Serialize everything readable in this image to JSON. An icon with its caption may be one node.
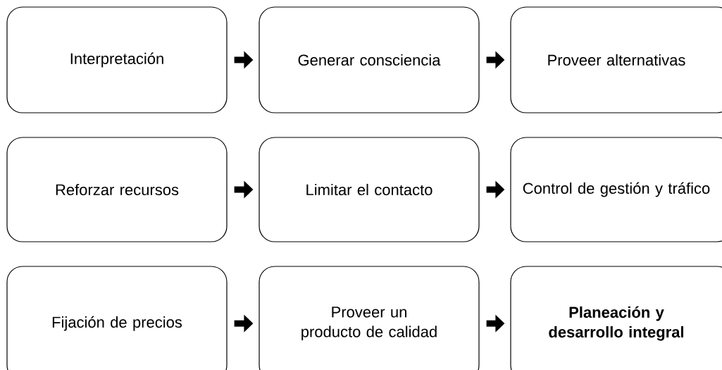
{
  "diagram": {
    "nodes": [
      {
        "text": [
          "Interpretación"
        ]
      },
      {
        "text": [
          "Generar consciencia"
        ]
      },
      {
        "text": [
          "Proveer alternativas"
        ]
      },
      {
        "text": [
          "Reforzar recursos"
        ]
      },
      {
        "text": [
          "Limitar el contacto"
        ]
      },
      {
        "text": [
          "Control de gestión y tráfico"
        ]
      },
      {
        "text": [
          "Fijación de precios"
        ]
      },
      {
        "text": [
          "Proveer un producto de calidad"
        ]
      },
      {
        "text": [
          "Planeación y desarrollo integral"
        ]
      }
    ],
    "edges": [
      {
        "from": 0,
        "to": 1,
        "arrow": "to"
      },
      {
        "from": 1,
        "to": 2,
        "arrow": "to"
      },
      {
        "from": 3,
        "to": 4,
        "arrow": "to"
      },
      {
        "from": 4,
        "to": 5,
        "arrow": "to"
      },
      {
        "from": 6,
        "to": 7,
        "arrow": "to"
      },
      {
        "from": 7,
        "to": 8,
        "arrow": "to"
      }
    ]
  }
}
